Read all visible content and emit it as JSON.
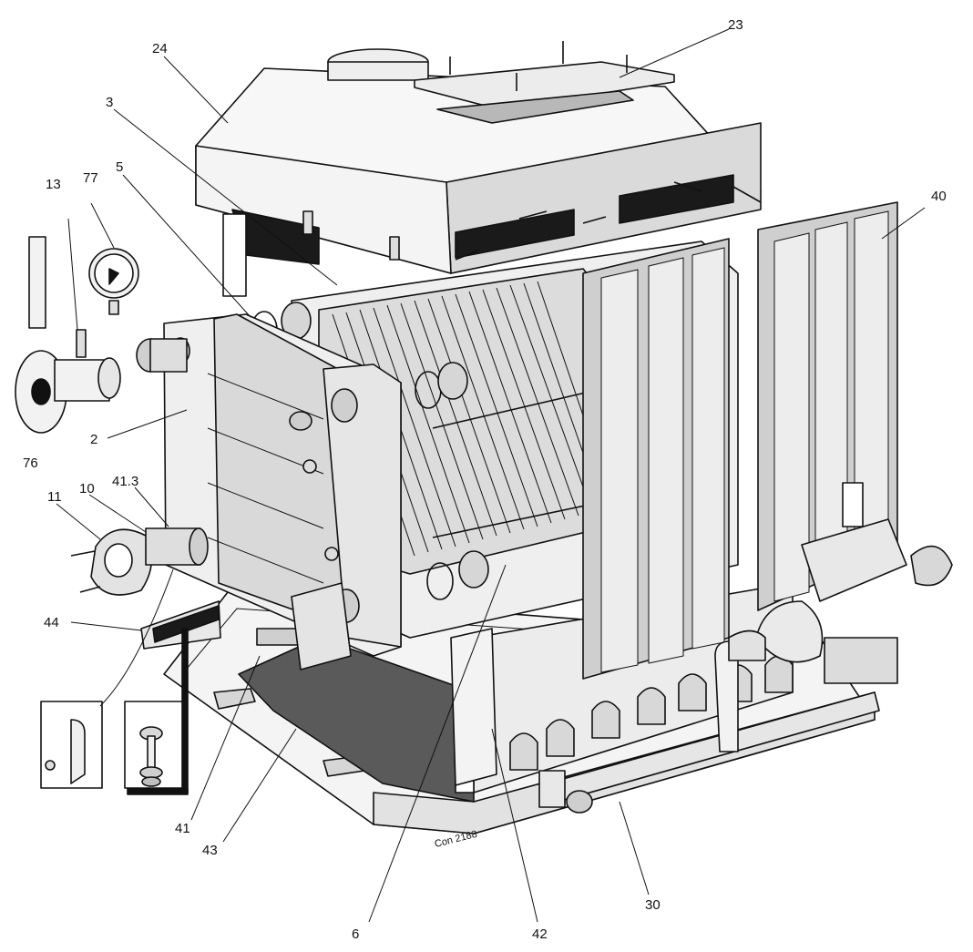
{
  "diagram": {
    "drawing_code": "Con 2188",
    "callouts": [
      {
        "id": "c23",
        "text": "23"
      },
      {
        "id": "c24",
        "text": "24"
      },
      {
        "id": "c3",
        "text": "3"
      },
      {
        "id": "c5",
        "text": "5"
      },
      {
        "id": "c77",
        "text": "77"
      },
      {
        "id": "c13",
        "text": "13"
      },
      {
        "id": "c40",
        "text": "40"
      },
      {
        "id": "c2",
        "text": "2"
      },
      {
        "id": "c76",
        "text": "76"
      },
      {
        "id": "c11",
        "text": "11"
      },
      {
        "id": "c10",
        "text": "10"
      },
      {
        "id": "c413",
        "text": "41.3"
      },
      {
        "id": "c44",
        "text": "44"
      },
      {
        "id": "c41",
        "text": "41"
      },
      {
        "id": "c43",
        "text": "43"
      },
      {
        "id": "c6",
        "text": "6"
      },
      {
        "id": "c42",
        "text": "42"
      },
      {
        "id": "c30",
        "text": "30"
      }
    ],
    "colors": {
      "outline": "#111111",
      "panel_light": "#f2f2f2",
      "panel_mid": "#d4d4d4",
      "panel_dark": "#8a8a8a",
      "opening_dark": "#1a1a1a",
      "floor": "#5a5a5a"
    }
  }
}
